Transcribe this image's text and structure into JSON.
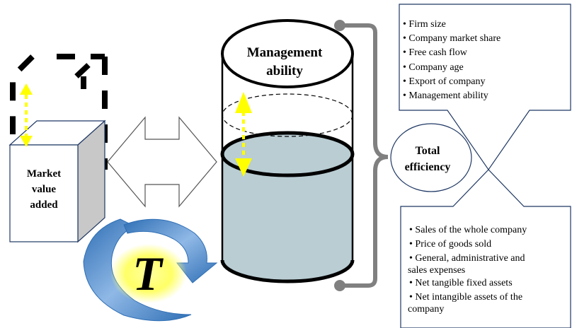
{
  "market_value_box": {
    "line1": "Market",
    "line2": "value",
    "line3": "added"
  },
  "cylinder": {
    "line1": "Management",
    "line2": "ability"
  },
  "total_efficiency": {
    "line1": "Total",
    "line2": "efficiency"
  },
  "top_factors": [
    "• Firm size",
    "• Company market share",
    "• Free cash flow",
    "• Company age",
    "• Export of company",
    "• Management ability"
  ],
  "bottom_factors": [
    "• Sales of the whole company",
    "• Price of goods sold",
    "• General, administrative and",
    "sales expenses",
    "• Net tangible fixed assets",
    "• Net intangible assets of the",
    "company"
  ],
  "tau_symbol": "T",
  "colors": {
    "water": "#b9cdd3",
    "dashed_arrow": "#ffff00",
    "box_side": "#c8c8c8",
    "cycle_blue": "#4a86c8",
    "bracket": "#808080"
  }
}
